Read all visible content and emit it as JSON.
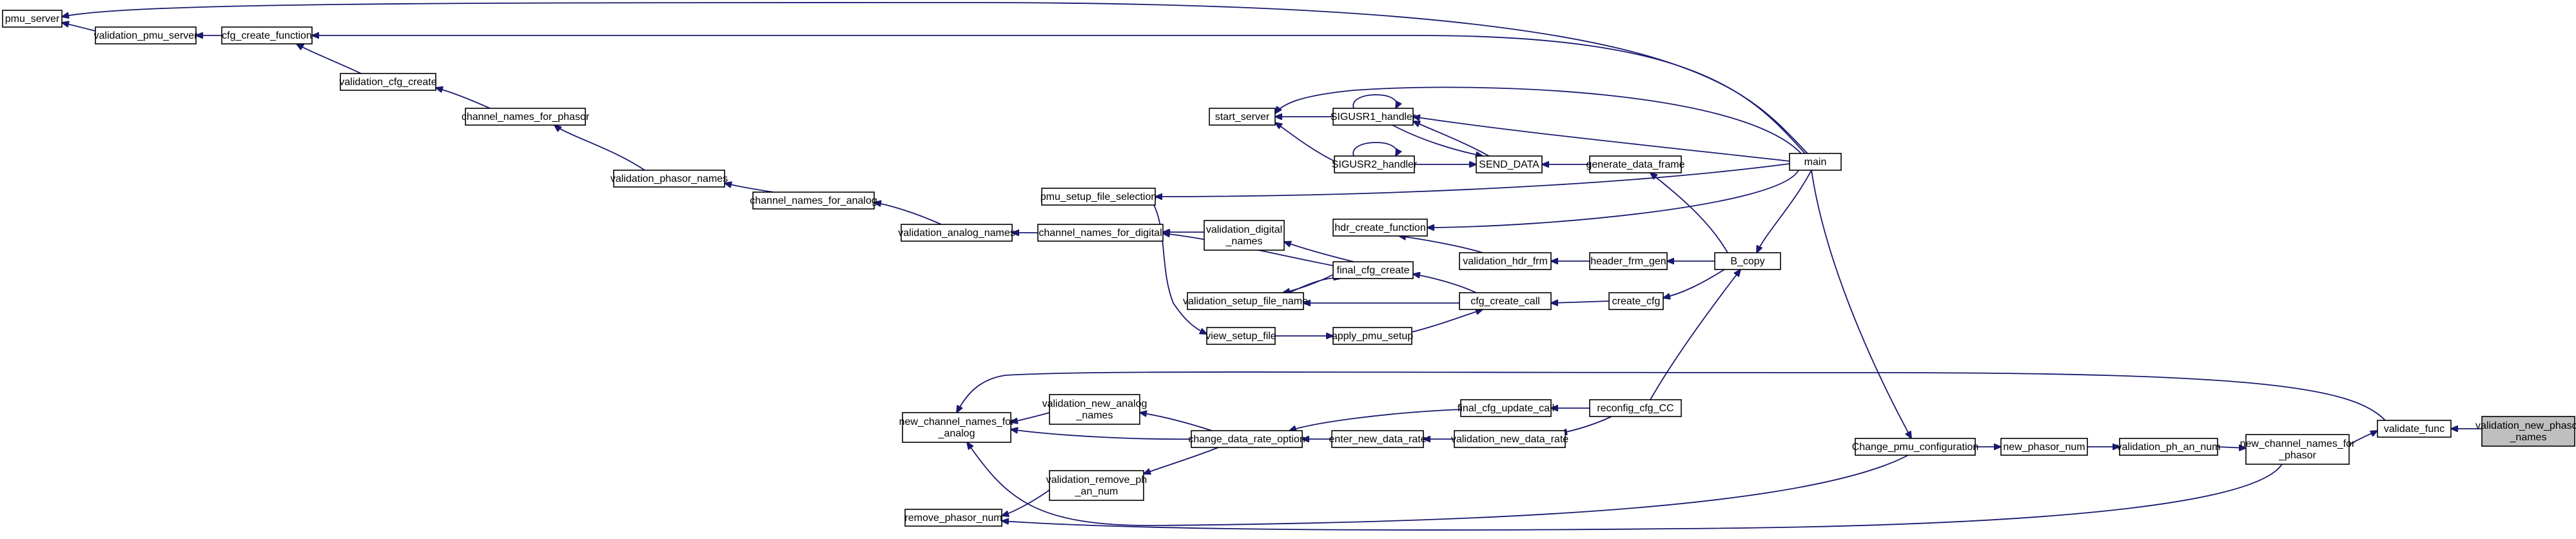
{
  "graph": {
    "nodes": [
      {
        "id": "pmu_server",
        "lines": [
          "pmu_server"
        ]
      },
      {
        "id": "validation_pmu_server",
        "lines": [
          "validation_pmu_server"
        ]
      },
      {
        "id": "cfg_create_function",
        "lines": [
          "cfg_create_function"
        ]
      },
      {
        "id": "validation_cfg_create",
        "lines": [
          "validation_cfg_create"
        ]
      },
      {
        "id": "channel_names_for_phasor",
        "lines": [
          "channel_names_for_phasor"
        ]
      },
      {
        "id": "validation_phasor_names",
        "lines": [
          "validation_phasor_names"
        ]
      },
      {
        "id": "channel_names_for_analog",
        "lines": [
          "channel_names_for_analog"
        ]
      },
      {
        "id": "validation_analog_names",
        "lines": [
          "validation_analog_names"
        ]
      },
      {
        "id": "channel_names_for_digital",
        "lines": [
          "channel_names_for_digital"
        ]
      },
      {
        "id": "pmu_setup_file_selection",
        "lines": [
          "pmu_setup_file_selection"
        ]
      },
      {
        "id": "validation_digital_names",
        "lines": [
          "validation_digital",
          "_names"
        ]
      },
      {
        "id": "start_server",
        "lines": [
          "start_server"
        ]
      },
      {
        "id": "SIGUSR1_handler",
        "lines": [
          "SIGUSR1_handler"
        ]
      },
      {
        "id": "SIGUSR2_handler",
        "lines": [
          "SIGUSR2_handler"
        ]
      },
      {
        "id": "SEND_DATA",
        "lines": [
          "SEND_DATA"
        ]
      },
      {
        "id": "generate_data_frame",
        "lines": [
          "generate_data_frame"
        ]
      },
      {
        "id": "main",
        "lines": [
          "main"
        ]
      },
      {
        "id": "hdr_create_function",
        "lines": [
          "hdr_create_function"
        ]
      },
      {
        "id": "validation_hdr_frm",
        "lines": [
          "validation_hdr_frm"
        ]
      },
      {
        "id": "header_frm_gen",
        "lines": [
          "header_frm_gen"
        ]
      },
      {
        "id": "B_copy",
        "lines": [
          "B_copy"
        ]
      },
      {
        "id": "final_cfg_create",
        "lines": [
          "final_cfg_create"
        ]
      },
      {
        "id": "validation_setup_file_name",
        "lines": [
          "validation_setup_file_name"
        ]
      },
      {
        "id": "cfg_create_call",
        "lines": [
          "cfg_create_call"
        ]
      },
      {
        "id": "create_cfg",
        "lines": [
          "create_cfg"
        ]
      },
      {
        "id": "view_setup_file",
        "lines": [
          "view_setup_file"
        ]
      },
      {
        "id": "apply_pmu_setup",
        "lines": [
          "apply_pmu_setup"
        ]
      },
      {
        "id": "validation_new_analog_names",
        "lines": [
          "validation_new_analog",
          "_names"
        ]
      },
      {
        "id": "new_channel_names_for_analog",
        "lines": [
          "new_channel_names_for",
          "_analog"
        ]
      },
      {
        "id": "final_cfg_update_call",
        "lines": [
          "final_cfg_update_call"
        ]
      },
      {
        "id": "reconfig_cfg_CC",
        "lines": [
          "reconfig_cfg_CC"
        ]
      },
      {
        "id": "change_data_rate_option",
        "lines": [
          "change_data_rate_option"
        ]
      },
      {
        "id": "enter_new_data_rate",
        "lines": [
          "enter_new_data_rate"
        ]
      },
      {
        "id": "validation_new_data_rate",
        "lines": [
          "validation_new_data_rate"
        ]
      },
      {
        "id": "validation_remove_ph_an_num",
        "lines": [
          "validation_remove_ph",
          "_an_num"
        ]
      },
      {
        "id": "remove_phasor_num",
        "lines": [
          "remove_phasor_num"
        ]
      },
      {
        "id": "Change_pmu_configuration",
        "lines": [
          "Change_pmu_configuration"
        ]
      },
      {
        "id": "new_phasor_num",
        "lines": [
          "new_phasor_num"
        ]
      },
      {
        "id": "validation_ph_an_num",
        "lines": [
          "validation_ph_an_num"
        ]
      },
      {
        "id": "new_channel_names_for_phasor",
        "lines": [
          "new_channel_names_for",
          "_phasor"
        ]
      },
      {
        "id": "validate_func",
        "lines": [
          "validate_func"
        ]
      },
      {
        "id": "validation_new_phasor_names",
        "lines": [
          "validation_new_phasor",
          "_names"
        ]
      }
    ],
    "edges": [
      {
        "from": "validation_pmu_server",
        "to": "pmu_server"
      },
      {
        "from": "cfg_create_function",
        "to": "validation_pmu_server"
      },
      {
        "from": "main",
        "to": "pmu_server"
      },
      {
        "from": "main",
        "to": "cfg_create_function"
      },
      {
        "from": "validation_cfg_create",
        "to": "cfg_create_function"
      },
      {
        "from": "channel_names_for_phasor",
        "to": "validation_cfg_create"
      },
      {
        "from": "validation_phasor_names",
        "to": "channel_names_for_phasor"
      },
      {
        "from": "channel_names_for_analog",
        "to": "validation_phasor_names"
      },
      {
        "from": "validation_analog_names",
        "to": "channel_names_for_analog"
      },
      {
        "from": "channel_names_for_digital",
        "to": "validation_analog_names"
      },
      {
        "from": "validation_digital_names",
        "to": "channel_names_for_digital"
      },
      {
        "from": "final_cfg_create",
        "to": "channel_names_for_digital"
      },
      {
        "from": "final_cfg_create",
        "to": "validation_digital_names"
      },
      {
        "from": "final_cfg_create",
        "to": "validation_setup_file_name"
      },
      {
        "from": "validation_setup_file_name",
        "to": "final_cfg_create"
      },
      {
        "from": "cfg_create_call",
        "to": "final_cfg_create"
      },
      {
        "from": "cfg_create_call",
        "to": "validation_setup_file_name"
      },
      {
        "from": "apply_pmu_setup",
        "to": "cfg_create_call"
      },
      {
        "from": "view_setup_file",
        "to": "apply_pmu_setup"
      },
      {
        "from": "pmu_setup_file_selection",
        "to": "view_setup_file"
      },
      {
        "from": "create_cfg",
        "to": "cfg_create_call"
      },
      {
        "from": "B_copy",
        "to": "create_cfg"
      },
      {
        "from": "B_copy",
        "to": "header_frm_gen"
      },
      {
        "from": "header_frm_gen",
        "to": "validation_hdr_frm"
      },
      {
        "from": "validation_hdr_frm",
        "to": "hdr_create_function"
      },
      {
        "from": "B_copy",
        "to": "generate_data_frame"
      },
      {
        "from": "generate_data_frame",
        "to": "SEND_DATA"
      },
      {
        "from": "SEND_DATA",
        "to": "SIGUSR1_handler"
      },
      {
        "from": "SIGUSR1_handler",
        "to": "SEND_DATA"
      },
      {
        "from": "SIGUSR2_handler",
        "to": "SEND_DATA"
      },
      {
        "from": "SIGUSR1_handler",
        "to": "SIGUSR1_handler"
      },
      {
        "from": "SIGUSR2_handler",
        "to": "SIGUSR2_handler"
      },
      {
        "from": "SIGUSR1_handler",
        "to": "start_server"
      },
      {
        "from": "SIGUSR2_handler",
        "to": "start_server"
      },
      {
        "from": "main",
        "to": "start_server"
      },
      {
        "from": "main",
        "to": "SIGUSR1_handler"
      },
      {
        "from": "main",
        "to": "pmu_setup_file_selection"
      },
      {
        "from": "main",
        "to": "B_copy"
      },
      {
        "from": "main",
        "to": "hdr_create_function"
      },
      {
        "from": "main",
        "to": "Change_pmu_configuration"
      },
      {
        "from": "reconfig_cfg_CC",
        "to": "B_copy"
      },
      {
        "from": "reconfig_cfg_CC",
        "to": "final_cfg_update_call"
      },
      {
        "from": "final_cfg_update_call",
        "to": "change_data_rate_option"
      },
      {
        "from": "reconfig_cfg_CC",
        "to": "validation_new_data_rate"
      },
      {
        "from": "validation_new_data_rate",
        "to": "enter_new_data_rate"
      },
      {
        "from": "enter_new_data_rate",
        "to": "change_data_rate_option"
      },
      {
        "from": "change_data_rate_option",
        "to": "validation_new_analog_names"
      },
      {
        "from": "change_data_rate_option",
        "to": "new_channel_names_for_analog"
      },
      {
        "from": "change_data_rate_option",
        "to": "validation_remove_ph_an_num"
      },
      {
        "from": "validation_new_analog_names",
        "to": "new_channel_names_for_analog"
      },
      {
        "from": "validation_remove_ph_an_num",
        "to": "remove_phasor_num"
      },
      {
        "from": "Change_pmu_configuration",
        "to": "new_phasor_num"
      },
      {
        "from": "Change_pmu_configuration",
        "to": "new_channel_names_for_analog"
      },
      {
        "from": "new_phasor_num",
        "to": "validation_ph_an_num"
      },
      {
        "from": "validation_ph_an_num",
        "to": "new_channel_names_for_phasor"
      },
      {
        "from": "new_channel_names_for_phasor",
        "to": "validate_func"
      },
      {
        "from": "new_channel_names_for_phasor",
        "to": "remove_phasor_num"
      },
      {
        "from": "validate_func",
        "to": "new_channel_names_for_analog"
      },
      {
        "from": "validation_new_phasor_names",
        "to": "validate_func"
      }
    ],
    "highlighted": "validation_new_phasor_names",
    "colors": {
      "edge": "#191970",
      "node_border": "#000000",
      "node_fill": "#ffffff",
      "highlight_fill": "#bfbfbf",
      "background": "#ffffff"
    }
  }
}
